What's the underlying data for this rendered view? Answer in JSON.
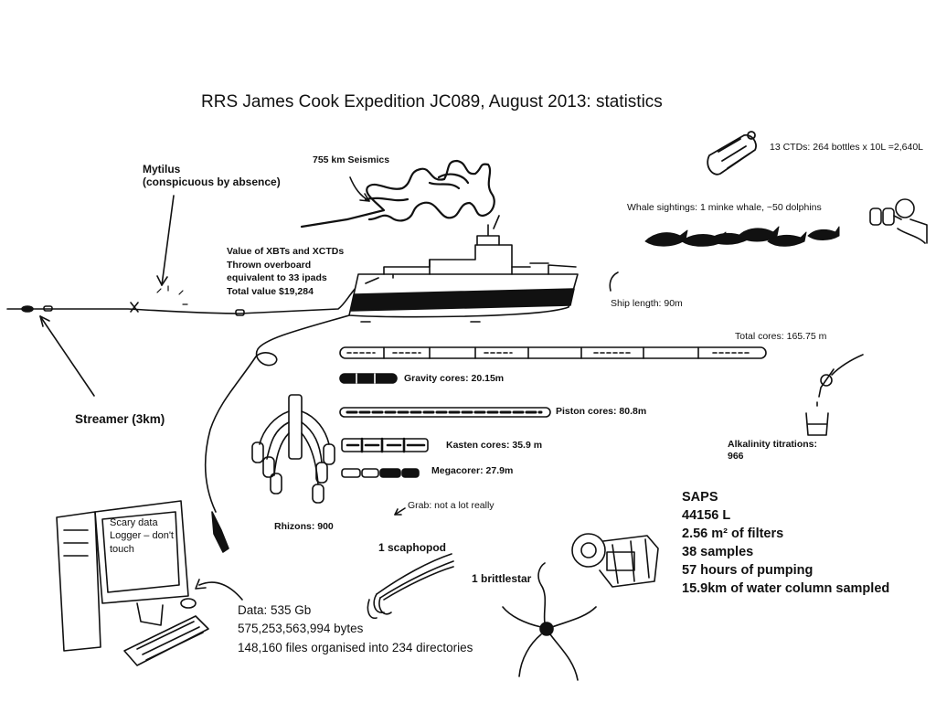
{
  "title": "RRS James Cook Expedition JC089,  August 2013: statistics",
  "labels": {
    "mytilus": [
      "Mytilus",
      "(conspicuous by absence)"
    ],
    "seismics": "755 km Seismics",
    "ctds": "13 CTDs: 264 bottles x 10L =2,640L",
    "whales": "Whale sightings: 1 minke whale, ~50 dolphins",
    "xbts": [
      "Value of XBTs and XCTDs",
      "Thrown overboard",
      "equivalent to 33 ipads",
      "Total value $19,284"
    ],
    "ship_length": "Ship length: 90m",
    "total_cores": "Total cores: 165.75 m",
    "gravity_cores": "Gravity cores: 20.15m",
    "piston_cores": "Piston cores: 80.8m",
    "kasten_cores": "Kasten cores: 35.9 m",
    "megacorer": "Megacorer: 27.9m",
    "alkalinity": [
      "Alkalinity titrations:",
      "966"
    ],
    "streamer": "Streamer (3km)",
    "rhizons": "Rhizons: 900",
    "grab": "Grab: not a lot really",
    "saps": [
      "SAPS",
      "44156 L",
      "2.56 m² of filters",
      "38 samples",
      "57 hours of pumping",
      "15.9km of water column sampled"
    ],
    "scaphopod": "1 scaphopod",
    "brittlestar": "1 brittlestar",
    "logger": [
      "Scary data",
      "Logger – don't",
      "touch"
    ],
    "data": [
      "Data: 535 Gb",
      "575,253,563,994 bytes",
      "148,160 files organised into 234 directories"
    ]
  }
}
